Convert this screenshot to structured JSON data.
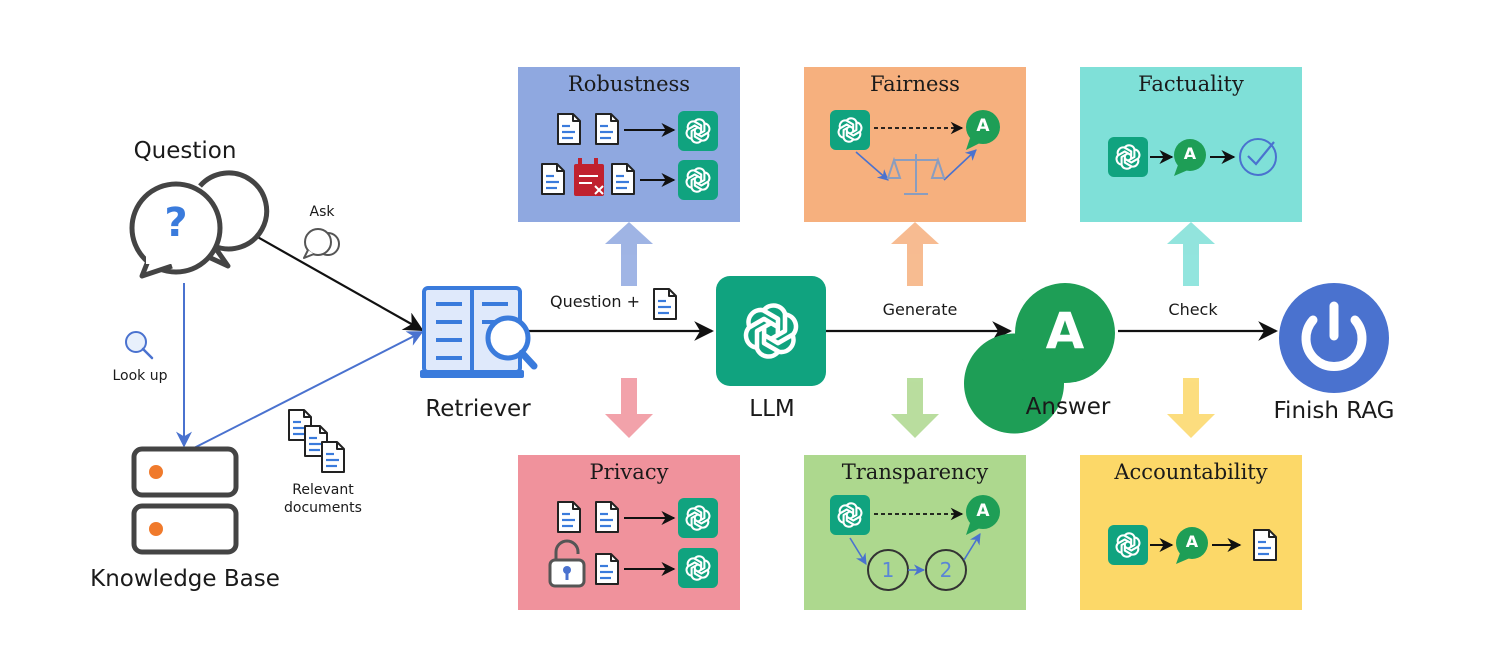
{
  "labels": {
    "question": "Question",
    "ask": "Ask",
    "look_up": "Look up",
    "knowledge_base": "Knowledge Base",
    "relevant_documents_line1": "Relevant",
    "relevant_documents_line2": "documents",
    "retriever": "Retriever",
    "question_plus": "Question +",
    "llm": "LLM",
    "generate": "Generate",
    "answer": "Answer",
    "check": "Check",
    "finish_rag": "Finish RAG",
    "answer_glyph": "A",
    "question_glyph": "?"
  },
  "panels": {
    "robustness": "Robustness",
    "fairness": "Fairness",
    "factuality": "Factuality",
    "privacy": "Privacy",
    "transparency": "Transparency",
    "accountability": "Accountability"
  },
  "transparency_steps": [
    "1",
    "2"
  ],
  "colors": {
    "robustness": "#8fa8e0",
    "fairness": "#f6b07e",
    "factuality": "#7fe0d8",
    "privacy": "#f0929c",
    "transparency": "#add88e",
    "accountability": "#fcd868",
    "llm_green": "#10a37f",
    "answer_green": "#1e9e56",
    "finish_blue": "#4a72cf",
    "line_blue": "#4a72cf",
    "doc_blue": "#3a7bdc",
    "x_red": "#c0212e"
  }
}
